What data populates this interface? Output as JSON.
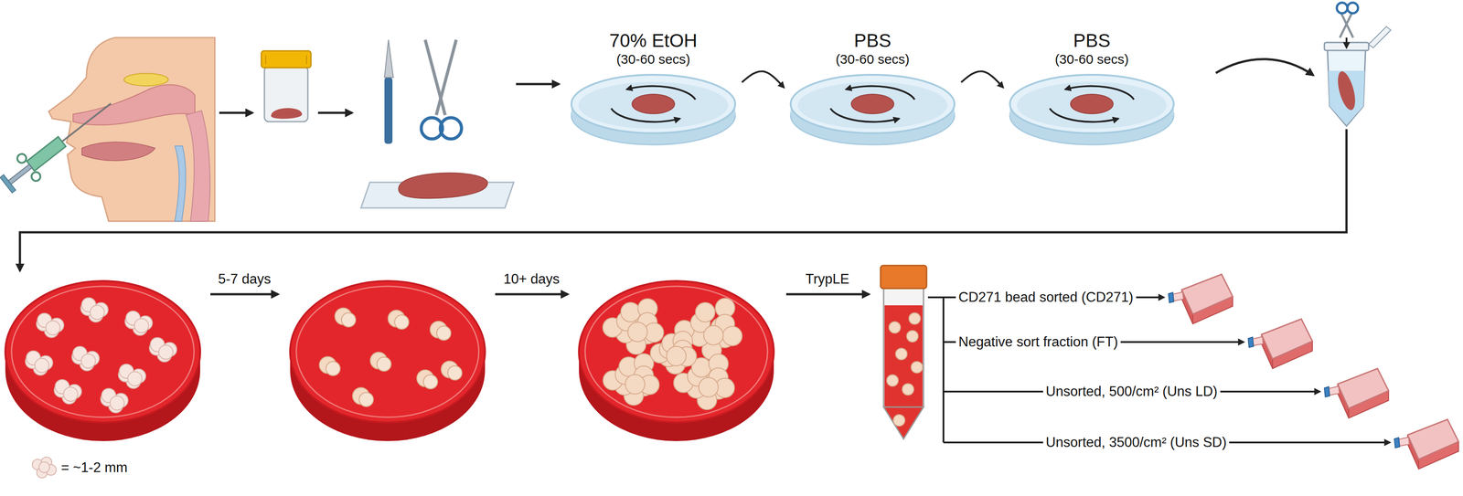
{
  "diagram": {
    "nodes": [
      {
        "text": [
          "70% EtOH",
          "(30-60 secs)"
        ]
      },
      {
        "text": [
          "PBS",
          "(30-60 secs)"
        ]
      },
      {
        "text": [
          "PBS",
          "(30-60 secs)"
        ]
      }
    ],
    "edges": [
      {
        "from": 0,
        "to": 1,
        "arrow": "to"
      },
      {
        "from": 1,
        "to": 2,
        "arrow": "to"
      }
    ],
    "labels": [
      "5-7 days",
      "10+ days",
      "TrypLE",
      "CD271 bead sorted (CD271)",
      "Negative sort fraction (FT)",
      "Unsorted, 500/cm² (Uns LD)",
      "Unsorted, 3500/cm² (Uns SD)",
      "= ~1-2 mm"
    ]
  }
}
